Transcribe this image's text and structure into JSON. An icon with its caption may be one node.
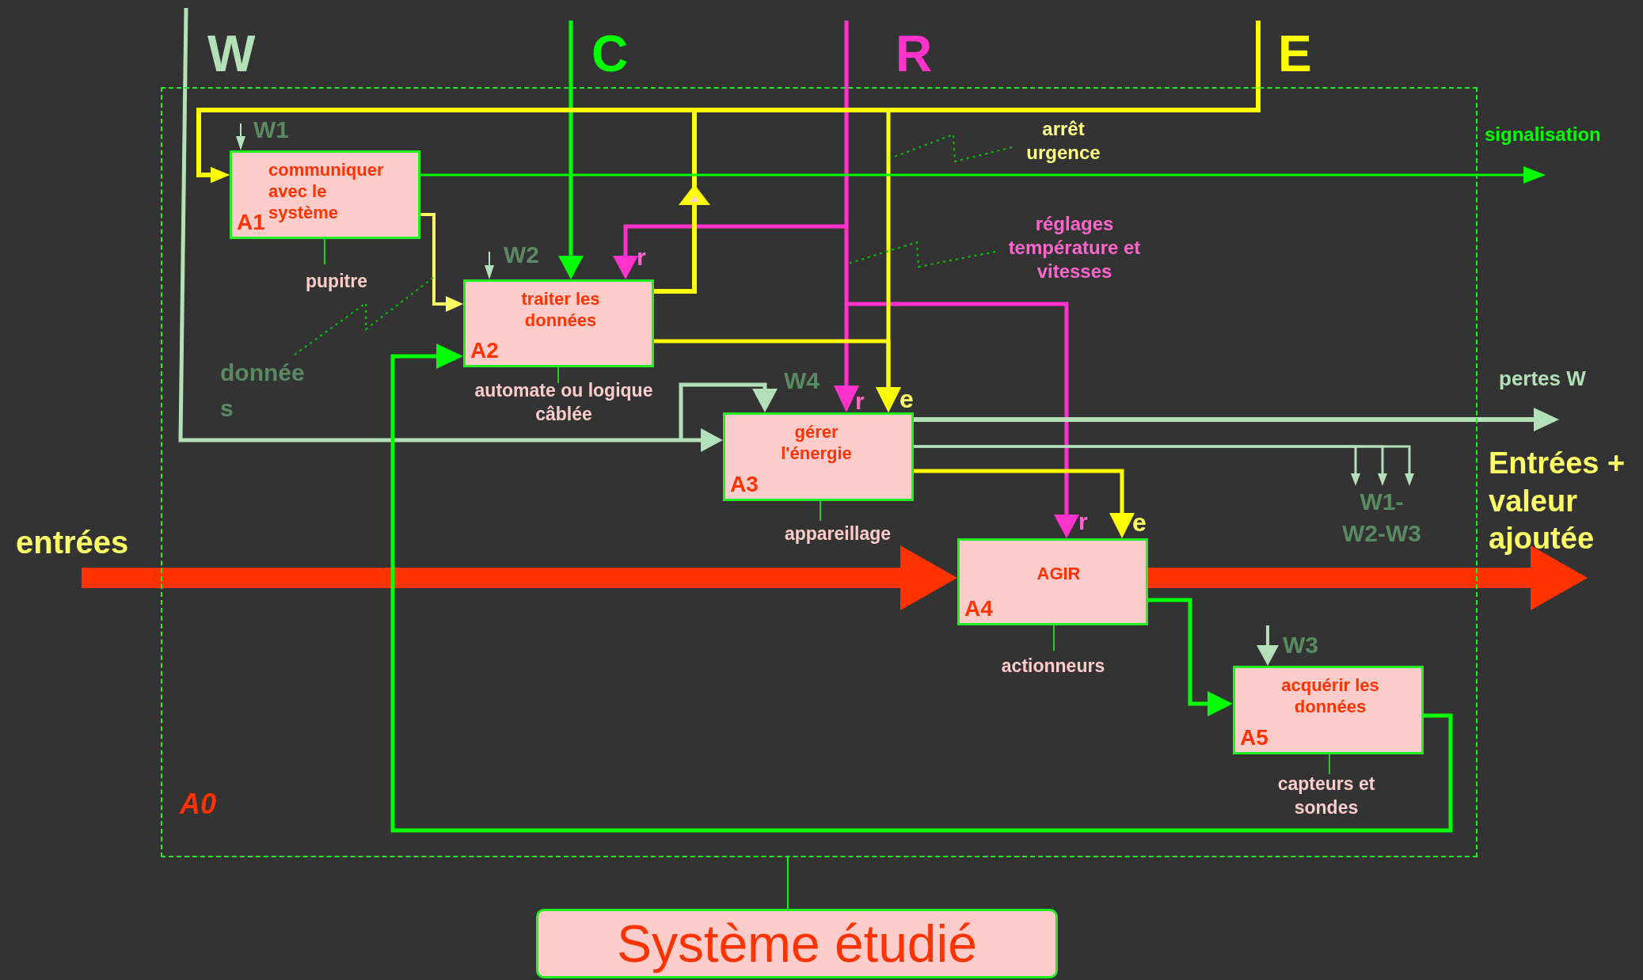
{
  "diagram": {
    "nodes": [
      {
        "text": [
          "A0"
        ]
      },
      {
        "text": [
          "communiquer avec le système",
          "A1"
        ],
        "in": 0,
        "beside": [
          "pupitre"
        ]
      },
      {
        "text": [
          "donnée s"
        ],
        "in": 0
      },
      {
        "text": [
          "traiter les données",
          "A2"
        ],
        "in": 0,
        "beside": [
          "automate ou logique câblée"
        ]
      },
      {
        "text": [
          "arrêt urgence"
        ],
        "in": 0
      },
      {
        "text": [
          "réglages température et vitesses"
        ],
        "in": 0
      },
      {
        "text": [
          "gérer l'énergie",
          "A3"
        ],
        "in": 0,
        "beside": [
          "appareillage"
        ]
      },
      {
        "text": [
          "AGIR",
          "A4"
        ],
        "in": 0,
        "beside": [
          "actionneurs"
        ]
      },
      {
        "text": [
          "acquérir les données",
          "A5"
        ],
        "in": 0,
        "beside": [
          "capteurs et sondes"
        ]
      },
      {
        "text": [
          "Système étudié"
        ]
      },
      {
        "text": [
          "W1- W2-W3"
        ],
        "in": 0
      }
    ],
    "edges": [
      {
        "from": null,
        "to": 6,
        "arrow": "to",
        "color": "#b3e0b8"
      },
      {
        "from": null,
        "to": 6,
        "arrow": "to",
        "label": "W4",
        "color": "#b3e0b8"
      },
      {
        "from": null,
        "to": 1,
        "arrow": "to",
        "label": "W1",
        "color": "#b3e0b8"
      },
      {
        "from": null,
        "to": 3,
        "arrow": "to",
        "label": "W2",
        "color": "#b3e0b8"
      },
      {
        "from": null,
        "to": 8,
        "arrow": "to",
        "label": "W3",
        "color": "#b3e0b8"
      },
      {
        "from": null,
        "to": 3,
        "arrow": "to",
        "color": "#00ff00"
      },
      {
        "from": null,
        "to": 6,
        "arrow": "to",
        "label": "r",
        "color": "#ff33cc"
      },
      {
        "from": null,
        "to": 3,
        "arrow": "to",
        "label": "r",
        "color": "#ff33cc"
      },
      {
        "from": null,
        "to": 7,
        "arrow": "to",
        "label": "r",
        "color": "#ff33cc"
      },
      {
        "from": null,
        "to": 1,
        "arrow": "to",
        "color": "#ffff00"
      },
      {
        "from": null,
        "to": 6,
        "arrow": "to",
        "label": "e",
        "color": "#ffff00"
      },
      {
        "from": 3,
        "to": 1,
        "arrow": "to",
        "color": "#ffff00"
      },
      {
        "from": 3,
        "to": 6,
        "arrow": "to",
        "color": "#ffff00"
      },
      {
        "from": 1,
        "to": 3,
        "arrow": "to",
        "color": "#ffff66"
      },
      {
        "from": 6,
        "to": 7,
        "arrow": "to",
        "label": "e",
        "color": "#ffff00"
      },
      {
        "from": 1,
        "to": null,
        "arrow": "to",
        "label": "signalisation",
        "color": "#00ff00"
      },
      {
        "from": 6,
        "to": null,
        "arrow": "to",
        "label": "pertes W",
        "color": "#b3e0b8"
      },
      {
        "from": 6,
        "to": 10,
        "arrow": "to",
        "color": "#b3e0b8"
      },
      {
        "from": 6,
        "to": 10,
        "arrow": "to",
        "color": "#b3e0b8"
      },
      {
        "from": 6,
        "to": 10,
        "arrow": "to",
        "color": "#b3e0b8"
      },
      {
        "from": null,
        "to": 7,
        "arrow": "to",
        "label": "entrées",
        "style": "thick",
        "color": "#ff3300"
      },
      {
        "from": 7,
        "to": null,
        "arrow": "to",
        "label": "Entrées + valeur ajoutée",
        "style": "thick",
        "color": "#ff3300"
      },
      {
        "from": 7,
        "to": 8,
        "arrow": "to",
        "color": "#00ff00"
      },
      {
        "from": 8,
        "to": 3,
        "arrow": "to",
        "color": "#00ff00"
      },
      {
        "from": 0,
        "to": 9,
        "arrow": "none",
        "color": "#00ff00"
      },
      {
        "from": 2,
        "to": null,
        "arrow": "none",
        "style": "dashed",
        "color": "#00cc00"
      },
      {
        "from": 4,
        "to": null,
        "arrow": "none",
        "style": "dashed",
        "color": "#00cc00"
      },
      {
        "from": 5,
        "to": null,
        "arrow": "none",
        "style": "dashed",
        "color": "#00cc00"
      }
    ],
    "labels": [
      "W",
      "C",
      "R",
      "E"
    ]
  }
}
